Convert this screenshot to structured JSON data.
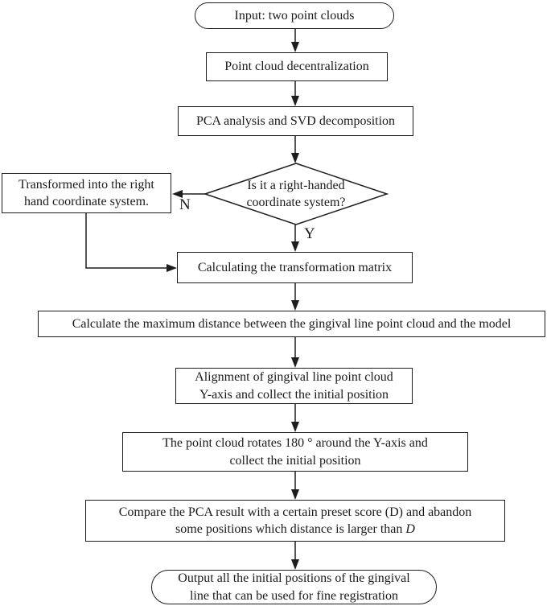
{
  "diagram": {
    "type": "flowchart",
    "colors": {
      "stroke": "#1d1d1d",
      "background": "#ffffff",
      "text": "#1a1a1a"
    },
    "nodes": {
      "input": {
        "shape": "stadium",
        "label": "Input: two point clouds"
      },
      "decentralization": {
        "shape": "rect",
        "label": "Point cloud decentralization"
      },
      "pca_svd": {
        "shape": "rect",
        "label": "PCA analysis and SVD decomposition"
      },
      "decision_right_handed": {
        "shape": "diamond",
        "line1": "Is it a right-handed",
        "line2": "coordinate system?"
      },
      "transform_right_hand": {
        "shape": "rect",
        "line1": "Transformed into the right",
        "line2": "hand coordinate system."
      },
      "transformation_matrix": {
        "shape": "rect",
        "label": "Calculating the transformation matrix"
      },
      "max_distance": {
        "shape": "rect",
        "label": "Calculate the maximum distance between the gingival line point cloud and the model"
      },
      "alignment": {
        "shape": "rect",
        "line1": "Alignment of gingival line point cloud",
        "line2": "Y-axis and collect the initial position"
      },
      "rotate_180": {
        "shape": "rect",
        "line1": "The point cloud rotates 180 ° around the Y-axis and",
        "line2": "collect the initial position"
      },
      "compare_preset": {
        "shape": "rect",
        "line1": "Compare the PCA result with a certain preset score (D) and abandon",
        "line2_prefix": "some positions which distance is larger than ",
        "line2_var": "D"
      },
      "output": {
        "shape": "stadium",
        "line1": "Output all the initial positions of the gingival",
        "line2": "line that can be used for fine registration"
      }
    },
    "edge_labels": {
      "no": "N",
      "yes": "Y"
    }
  }
}
